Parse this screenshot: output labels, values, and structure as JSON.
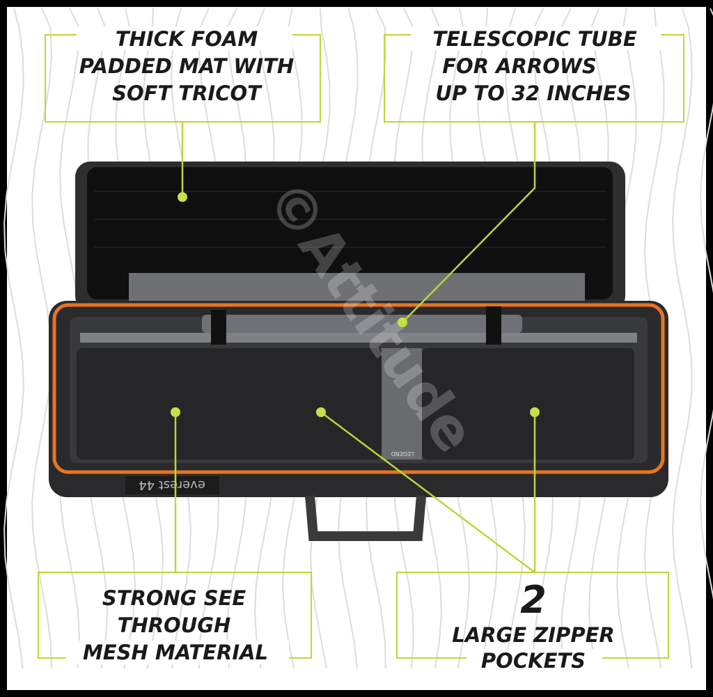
{
  "callouts": {
    "top_left": [
      "THICK FOAM",
      "PADDED MAT WITH",
      "SOFT TRICOT"
    ],
    "top_right": [
      "TELESCOPIC TUBE",
      "FOR ARROWS",
      "UP TO 32 INCHES"
    ],
    "bottom_left": [
      "STRONG SEE",
      "THROUGH",
      "MESH MATERIAL"
    ],
    "bottom_right": {
      "number": "2",
      "lines": [
        "LARGE ZIPPER",
        "POCKETS"
      ]
    }
  },
  "product": {
    "model_label": "everest 44",
    "brand_tag": "LEGEND"
  },
  "watermark": "©Attitude",
  "colors": {
    "accent": "#b9d83a",
    "zipper": "#e8741e",
    "bag": "#2b2b2d",
    "frame": "#000000"
  }
}
